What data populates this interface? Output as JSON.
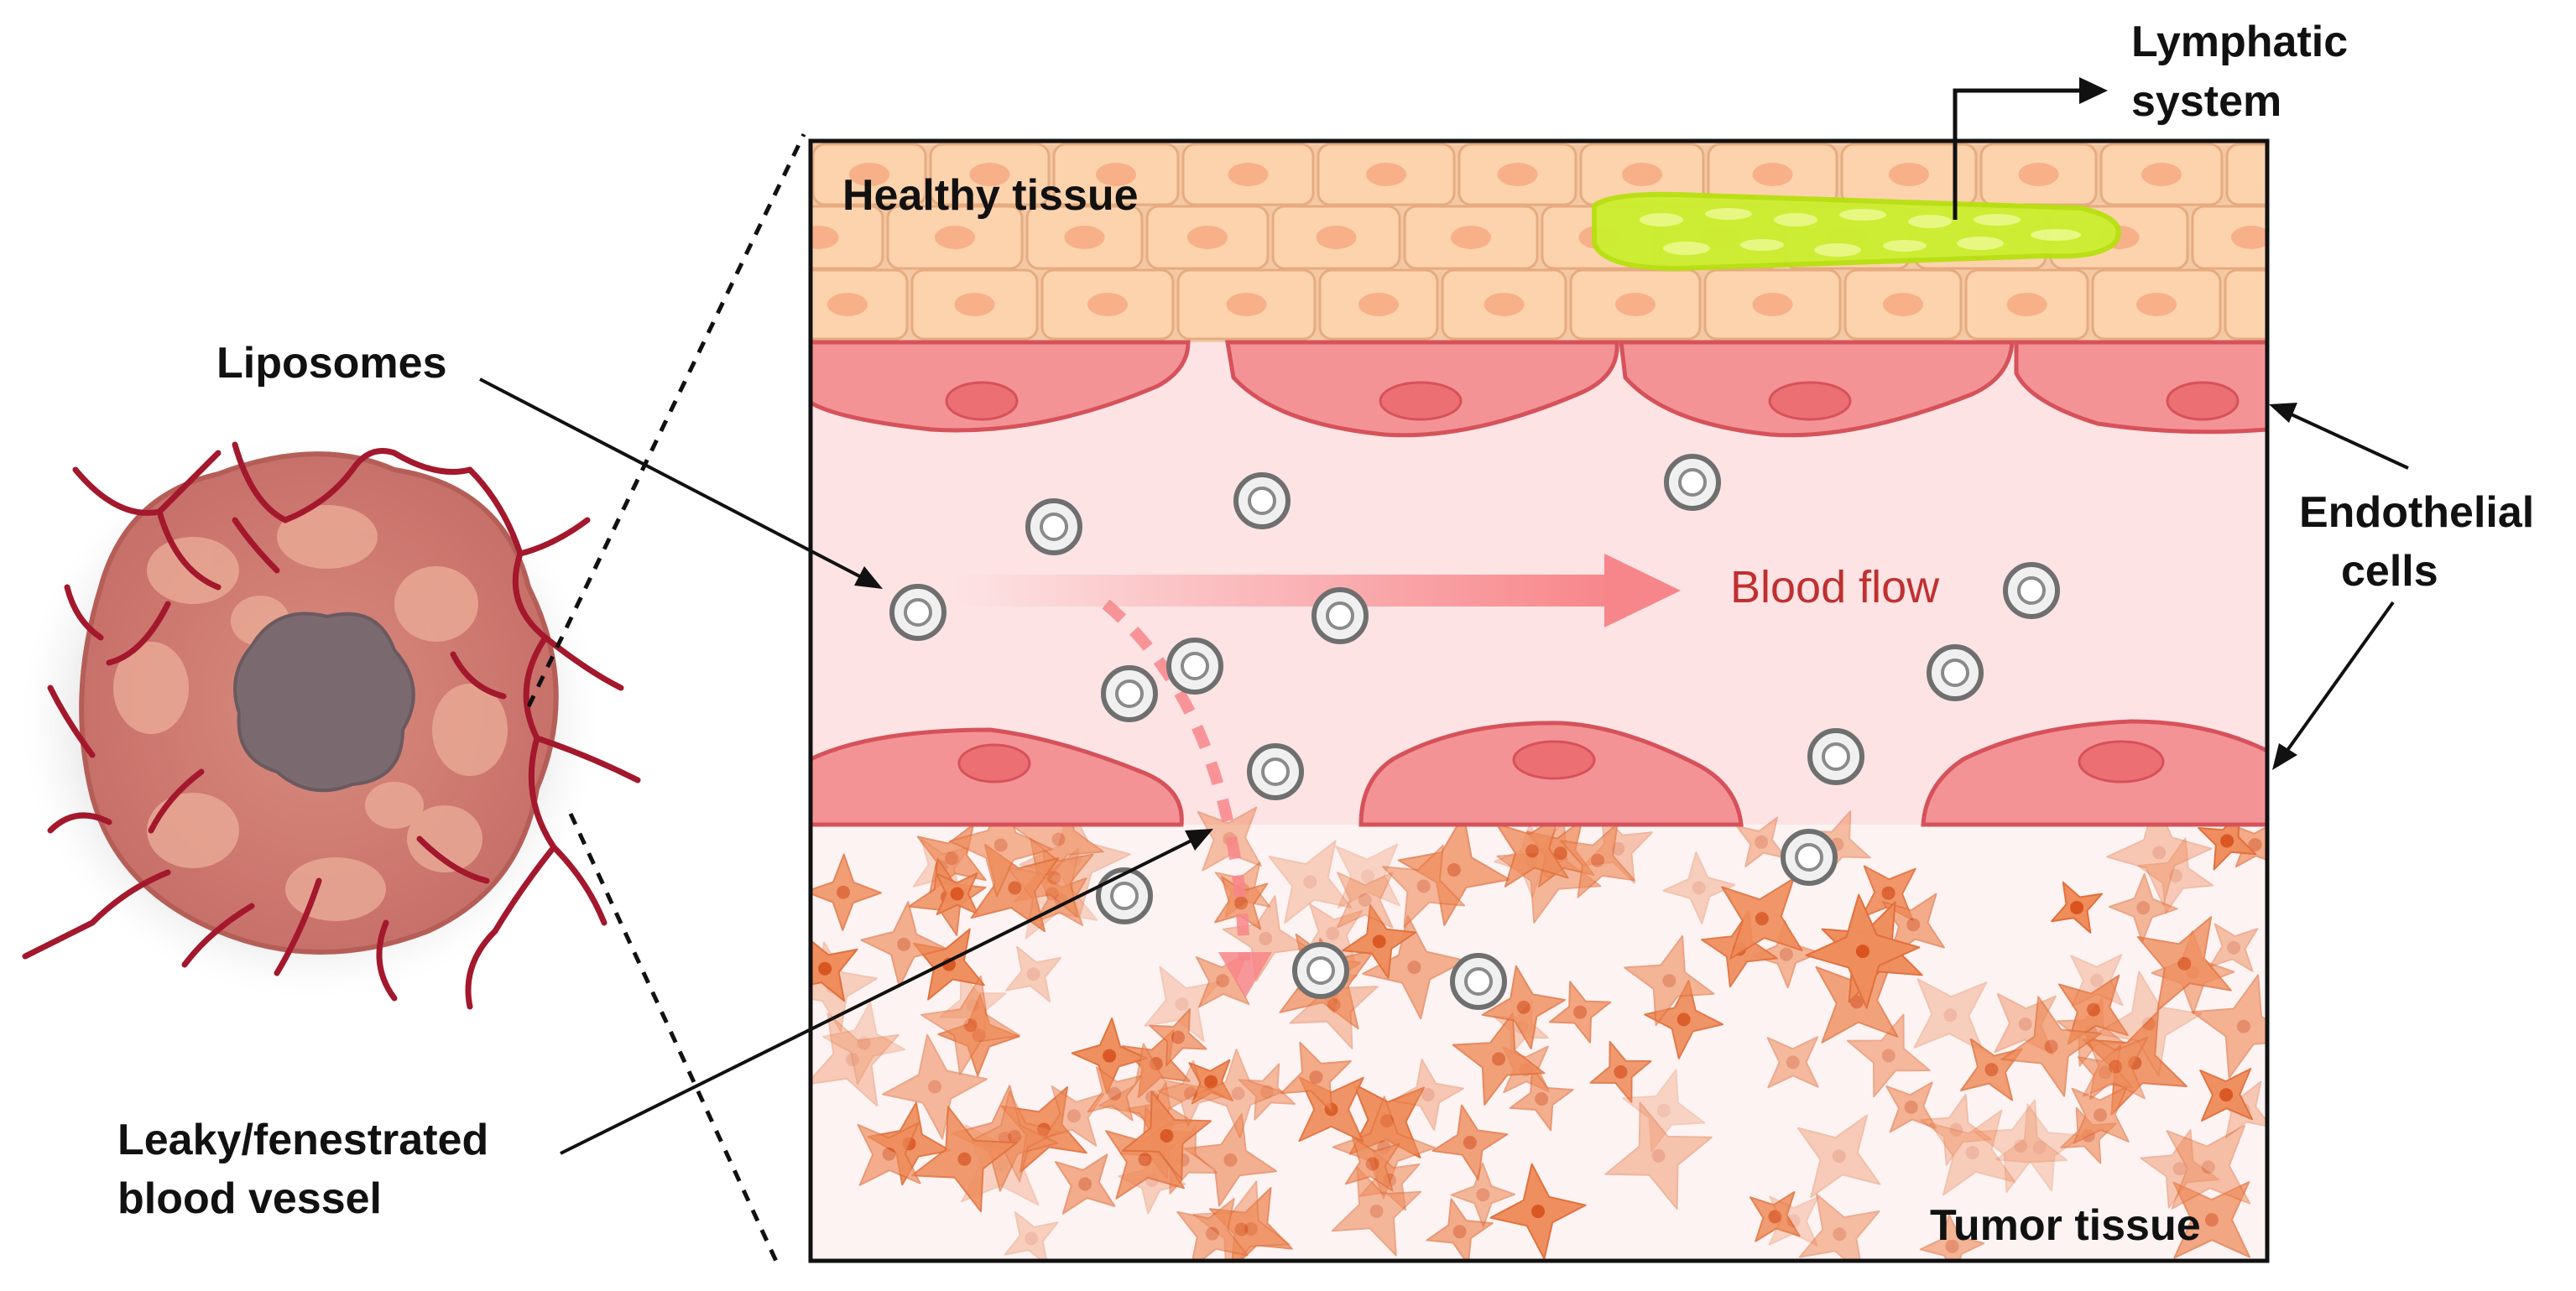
{
  "labels": {
    "healthy_tissue": "Healthy tissue",
    "lymphatic_line1": "Lymphatic",
    "lymphatic_line2": "system",
    "liposomes": "Liposomes",
    "endothelial_line1": "Endothelial",
    "endothelial_line2": "cells",
    "blood_flow": "Blood flow",
    "leaky_line1": "Leaky/fenestrated",
    "leaky_line2": "blood vessel",
    "tumor_tissue": "Tumor tissue"
  },
  "colors": {
    "healthy_cell": "#fcd3ad",
    "healthy_nucleus": "#f6a77f",
    "endothelial_cell": "#f49396",
    "endothelial_nucleus": "#ec6f73",
    "lumen": "#fde3e4",
    "tumor_bg": "#fdf3f3",
    "tumor_cell": "#ef8d5c",
    "lymphatic": "#cbef2e",
    "blood_vessel": "#a3182c",
    "flow_arrow": "#f7868a",
    "liposome": "#7b7b7b"
  }
}
